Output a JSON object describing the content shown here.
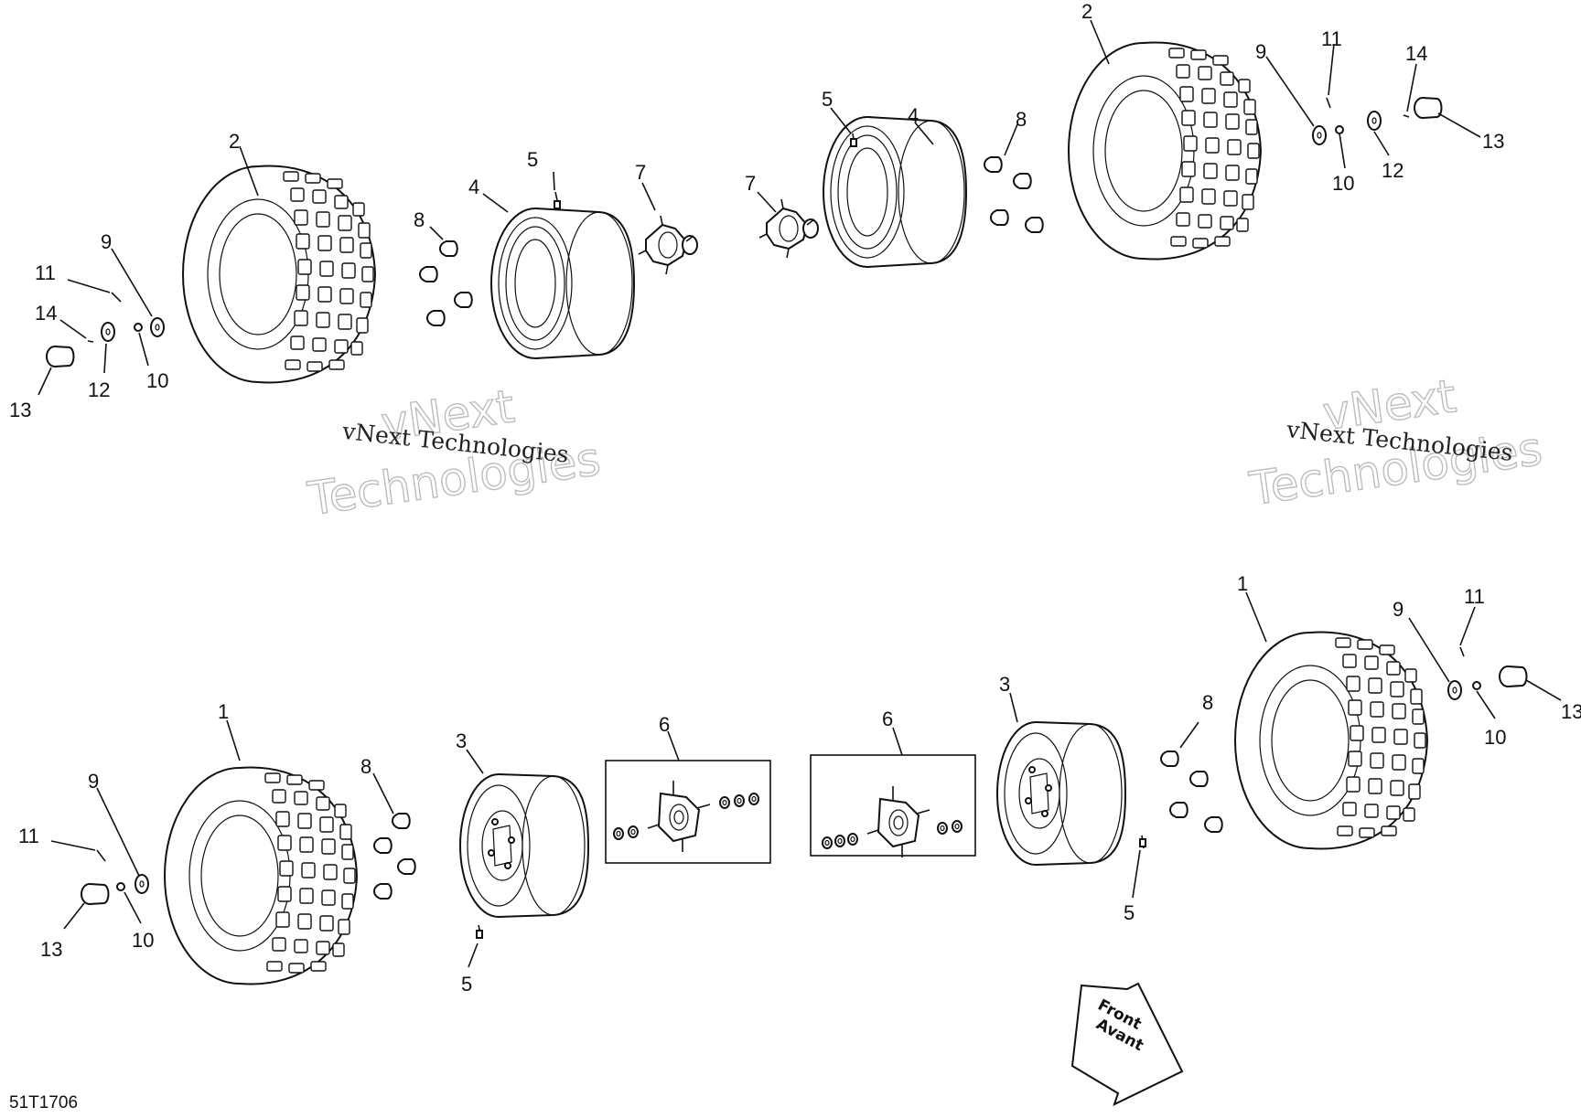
{
  "diagram_code": "51T1706",
  "watermark": {
    "line": "vNext Technologies",
    "big_top": "vNext",
    "big_bottom": "Technologies"
  },
  "direction_arrow": {
    "line1": "Front",
    "line2": "Avant"
  },
  "callouts": {
    "c1a": "1",
    "c1b": "1",
    "c2a": "2",
    "c2b": "2",
    "c3a": "3",
    "c3b": "3",
    "c4a": "4",
    "c4b": "4",
    "c5a": "5",
    "c5b": "5",
    "c5c": "5",
    "c5d": "5",
    "c6a": "6",
    "c6b": "6",
    "c7a": "7",
    "c7b": "7",
    "c8a": "8",
    "c8b": "8",
    "c8c": "8",
    "c8d": "8",
    "c9a": "9",
    "c9b": "9",
    "c9c": "9",
    "c9d": "9",
    "c10a": "10",
    "c10b": "10",
    "c10c": "10",
    "c10d": "10",
    "c11a": "11",
    "c11b": "11",
    "c11c": "11",
    "c11d": "11",
    "c12a": "12",
    "c12b": "12",
    "c13a": "13",
    "c13b": "13",
    "c13c": "13",
    "c13d": "13",
    "c14a": "14",
    "c14b": "14"
  }
}
